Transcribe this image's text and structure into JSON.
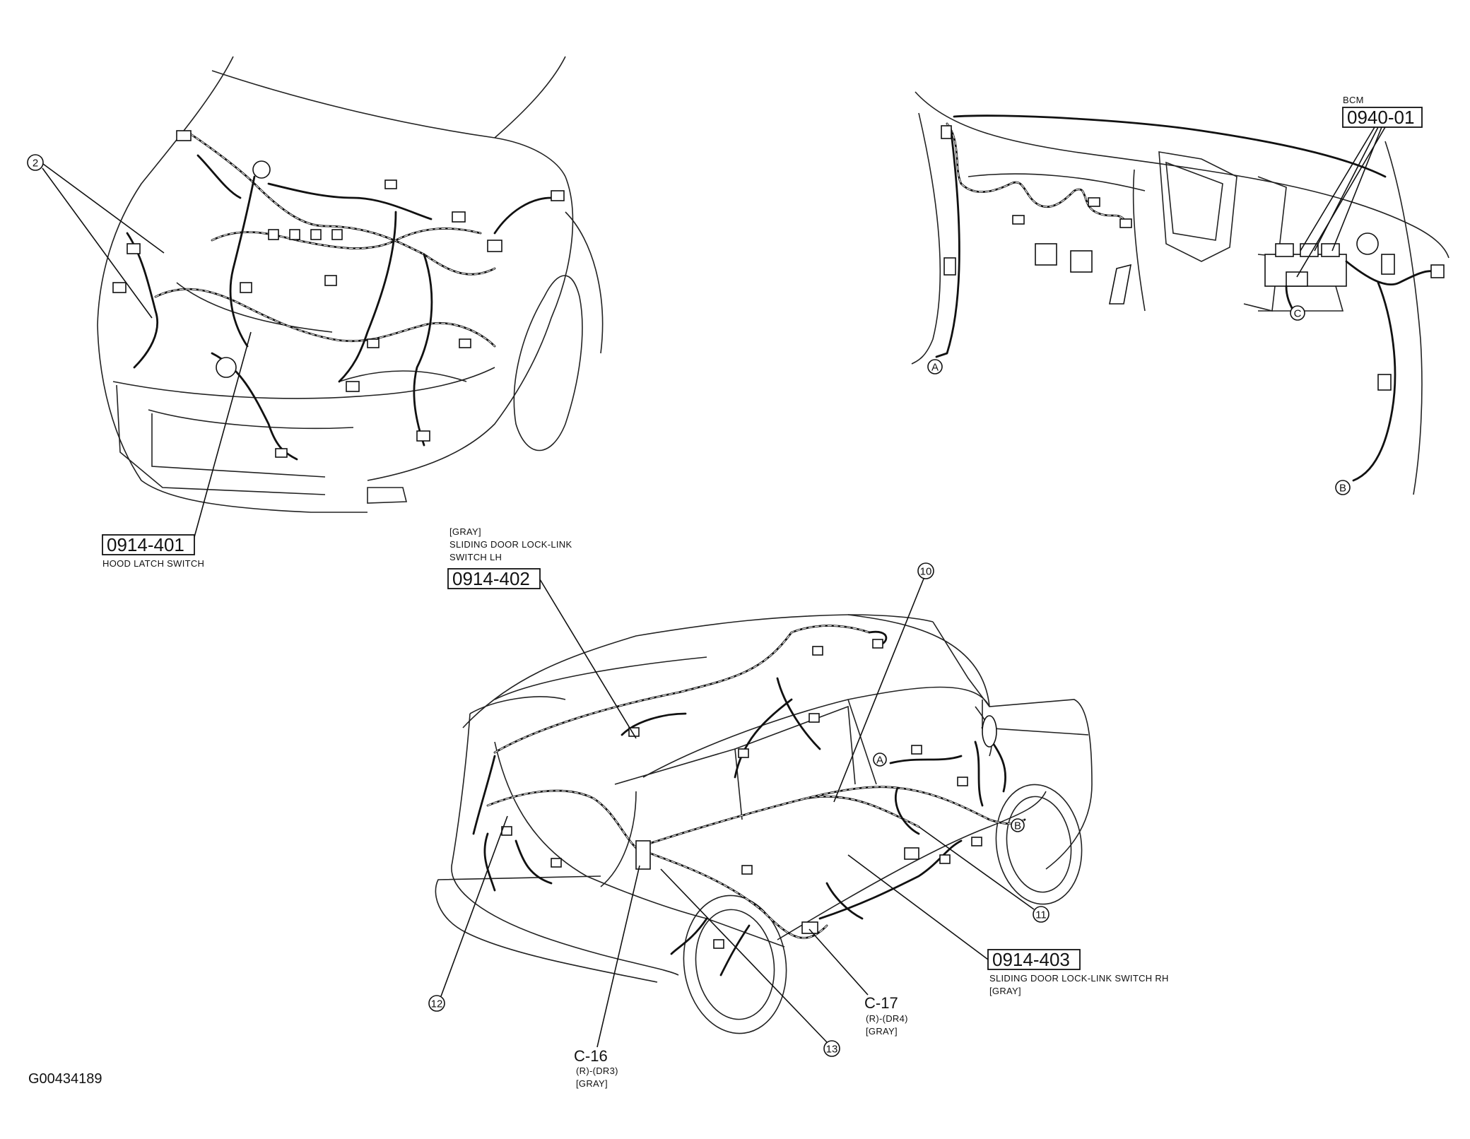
{
  "callouts": {
    "hood_switch_code": "0914-401",
    "hood_switch_desc": "HOOD LATCH SWITCH",
    "bcm_title": "BCM",
    "bcm_code": "0940-01",
    "lh_color": "[GRAY]",
    "lh_desc_1": "SLIDING DOOR LOCK-LINK",
    "lh_desc_2": "SWITCH LH",
    "lh_code": "0914-402",
    "rh_code": "0914-403",
    "rh_desc": "SLIDING DOOR LOCK-LINK SWITCH RH",
    "rh_color": "[GRAY]",
    "c16_id": "C-16",
    "c16_pin": "(R)-(DR3)",
    "c16_color": "[GRAY]",
    "c17_id": "C-17",
    "c17_pin": "(R)-(DR4)",
    "c17_color": "[GRAY]"
  },
  "markers": {
    "m2": "2",
    "m10": "10",
    "m11": "11",
    "m12": "12",
    "m13": "13",
    "mA_top": "A",
    "mB_top": "B",
    "mC_top": "C",
    "mA_rear": "A",
    "mB_rear": "B"
  },
  "figure_id": "G00434189"
}
